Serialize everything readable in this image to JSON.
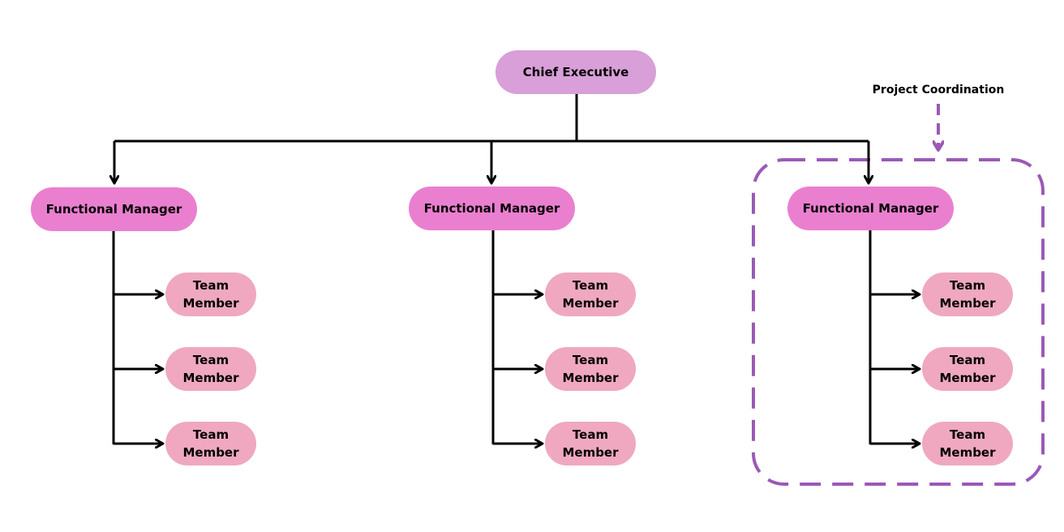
{
  "diagram": {
    "chief": {
      "label": "Chief Executive"
    },
    "project_coordination": {
      "label": "Project Coordination"
    },
    "columns": [
      {
        "manager": "Functional Manager",
        "members": [
          "Team\nMember",
          "Team\nMember",
          "Team\nMember"
        ]
      },
      {
        "manager": "Functional Manager",
        "members": [
          "Team\nMember",
          "Team\nMember",
          "Team\nMember"
        ]
      },
      {
        "manager": "Functional Manager",
        "members": [
          "Team\nMember",
          "Team\nMember",
          "Team\nMember"
        ]
      }
    ]
  },
  "colors": {
    "chief_fill": "#d99fd8",
    "manager_fill": "#ea7fd0",
    "member_fill": "#efa8c0",
    "connector": "#000000",
    "coordination_outline": "#9b59b6"
  }
}
